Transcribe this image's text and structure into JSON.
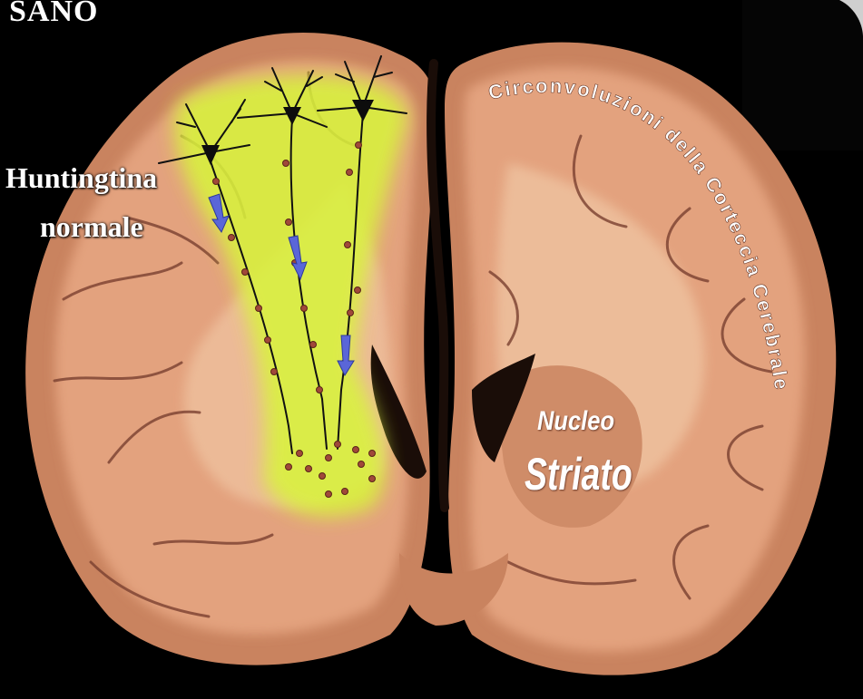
{
  "labels": {
    "condition": "SANO",
    "protein_line1": "Huntingtina",
    "protein_line2": "normale",
    "nucleus_line1": "Nucleo",
    "nucleus_line2": "Striato",
    "cortex_arc": "Circonvoluzioni della Corteccia Cerebrale"
  },
  "colors": {
    "background": "#000000",
    "tissue": "#d99672",
    "white_matter": "#ecbd98",
    "glow": "#d8f53a",
    "neuron": "#111111",
    "vesicle": "#a0483a",
    "arrow": "#5a66d8"
  }
}
